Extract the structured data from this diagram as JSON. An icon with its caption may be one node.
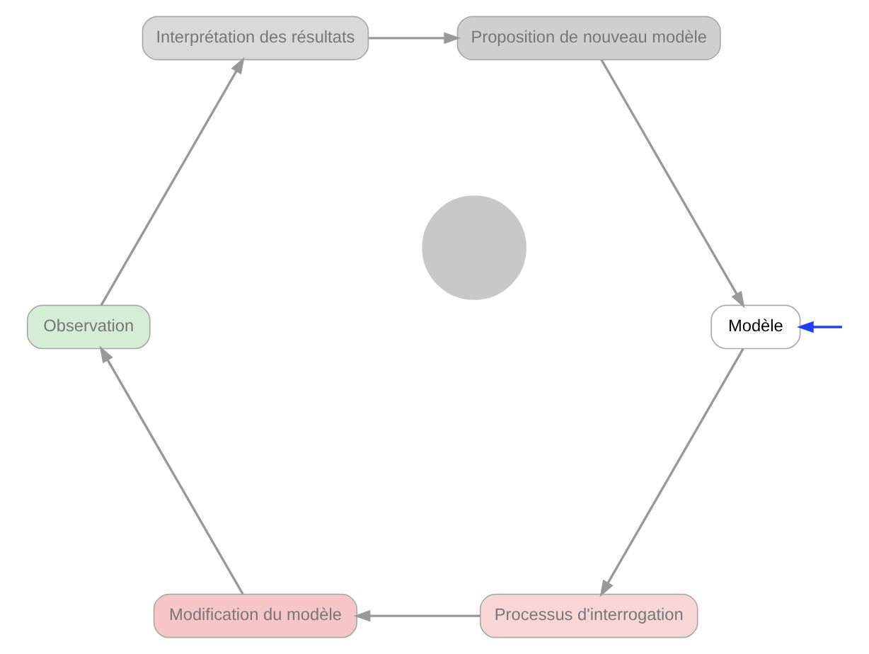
{
  "diagram": {
    "nodes": [
      {
        "text": [
          "Modèle"
        ]
      },
      {
        "text": [
          "Processus d'interrogation"
        ]
      },
      {
        "text": [
          "Modification du modèle"
        ]
      },
      {
        "text": [
          "Observation"
        ]
      },
      {
        "text": [
          "Interprétation des résultats"
        ]
      },
      {
        "text": [
          "Proposition de nouveau modèle"
        ]
      },
      {
        "text": [],
        "shape": "circle"
      }
    ],
    "edges": [
      {
        "from": null,
        "to": 0,
        "arrow": "to",
        "color": "#1f3fff"
      },
      {
        "from": 0,
        "to": 1,
        "arrow": "to"
      },
      {
        "from": 1,
        "to": 2,
        "arrow": "to"
      },
      {
        "from": 2,
        "to": 3,
        "arrow": "to"
      },
      {
        "from": 3,
        "to": 4,
        "arrow": "to"
      },
      {
        "from": 4,
        "to": 5,
        "arrow": "to"
      },
      {
        "from": 5,
        "to": 0,
        "arrow": "to"
      }
    ]
  }
}
